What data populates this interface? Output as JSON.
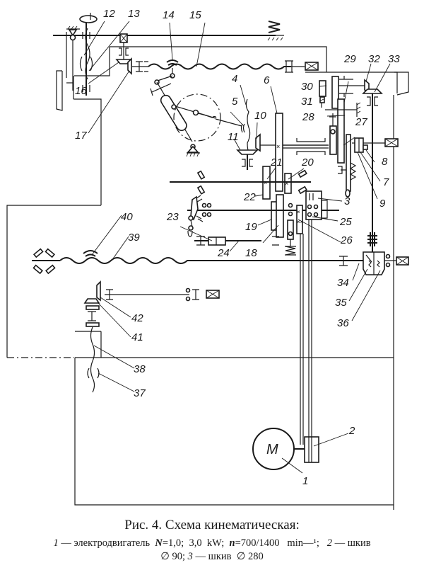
{
  "figure": {
    "title": "Рис. 4. Схема кинематическая:",
    "caption_line1": [
      {
        "text": "1",
        "style": "italic"
      },
      {
        "text": " — электродвигатель  ",
        "style": "normal"
      },
      {
        "text": "N",
        "style": "italic-bold"
      },
      {
        "text": "=1,0;  3,0  kW;  ",
        "style": "bold-partial"
      },
      {
        "text": "n",
        "style": "italic-bold"
      },
      {
        "text": "=700/1400   min—¹;   ",
        "style": "normal"
      },
      {
        "text": "2",
        "style": "italic"
      },
      {
        "text": " — шкив",
        "style": "normal"
      }
    ],
    "caption_line2": [
      {
        "text": "∅ 90; ",
        "style": "normal"
      },
      {
        "text": "3",
        "style": "italic"
      },
      {
        "text": " — шкив  ∅ 280",
        "style": "normal"
      }
    ]
  },
  "motor": {
    "symbol": "M"
  },
  "labels": {
    "l1": "1",
    "l2": "2",
    "l3": "3",
    "l4": "4",
    "l5": "5",
    "l6": "6",
    "l7": "7",
    "l8": "8",
    "l9": "9",
    "l10": "10",
    "l11": "11",
    "l12": "12",
    "l13": "13",
    "l14": "14",
    "l15": "15",
    "l16": "16",
    "l17": "17",
    "l18": "18",
    "l19": "19",
    "l20": "20",
    "l21": "21",
    "l22": "22",
    "l23": "23",
    "l24": "24",
    "l25": "25",
    "l26": "26",
    "l27": "27",
    "l28": "28",
    "l29": "29",
    "l30": "30",
    "l31": "31",
    "l32": "32",
    "l33": "33",
    "l34": "34",
    "l35": "35",
    "l36": "36",
    "l37": "37",
    "l38": "38",
    "l39": "39",
    "l40": "40",
    "l41": "41",
    "l42": "42"
  },
  "components": [
    {
      "id": 1,
      "name": "электродвигатель",
      "power_kW": "1,0; 3,0",
      "speed_min-1": "700/1400"
    },
    {
      "id": 2,
      "name": "шкив",
      "diameter": "90"
    },
    {
      "id": 3,
      "name": "шкив",
      "diameter": "280"
    }
  ]
}
